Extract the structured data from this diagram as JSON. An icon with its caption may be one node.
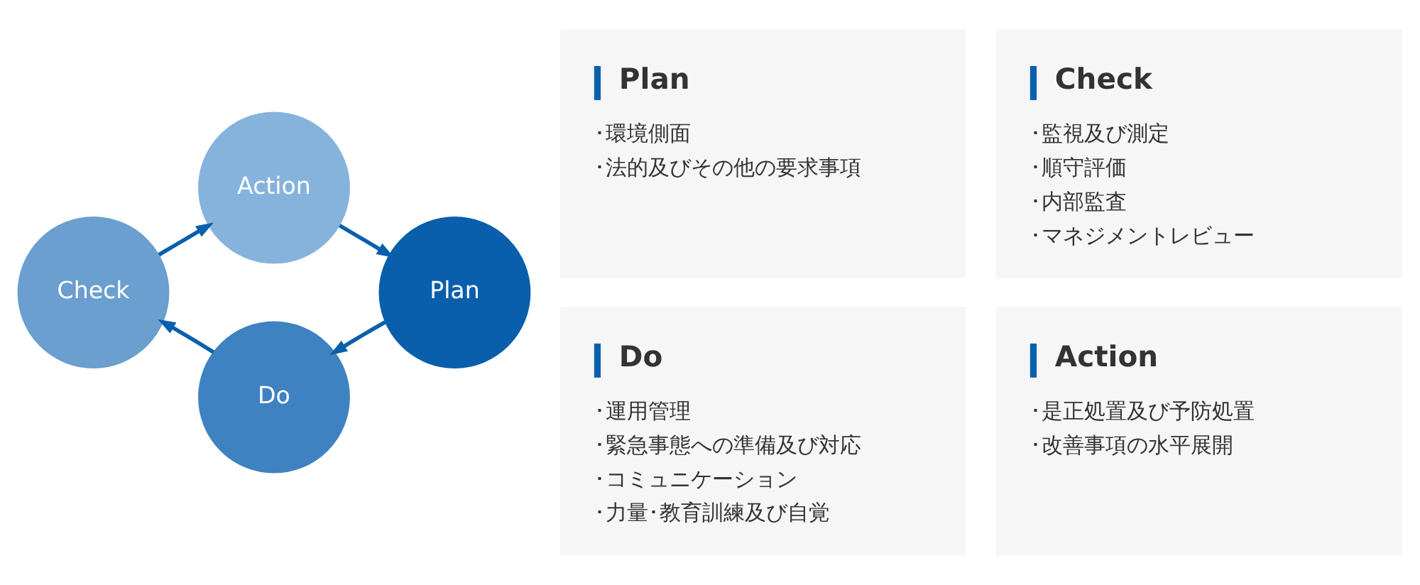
{
  "diagram": {
    "nodes": [
      {
        "text": [
          "Action"
        ]
      },
      {
        "text": [
          "Check"
        ]
      },
      {
        "text": [
          "Plan"
        ]
      },
      {
        "text": [
          "Do"
        ]
      },
      {
        "text": [
          "Plan",
          "･環境側面",
          "･法的及びその他の要求事項"
        ]
      },
      {
        "text": [
          "Check",
          "･監視及び測定",
          "･順守評価",
          "･内部監査",
          "･マネジメントレビュー"
        ]
      },
      {
        "text": [
          "Do",
          "･運用管理",
          "･緊急事態への準備及び対応",
          "･コミュニケーション",
          "･力量･教育訓練及び自覚"
        ]
      },
      {
        "text": [
          "Action",
          "･是正処置及び予防処置",
          "･改善事項の水平展開"
        ]
      }
    ],
    "edges": [
      {
        "from": 0,
        "to": 2,
        "arrow": "to"
      },
      {
        "from": 2,
        "to": 3,
        "arrow": "to"
      },
      {
        "from": 3,
        "to": 1,
        "arrow": "to"
      },
      {
        "from": 1,
        "to": 0,
        "arrow": "to"
      }
    ]
  }
}
